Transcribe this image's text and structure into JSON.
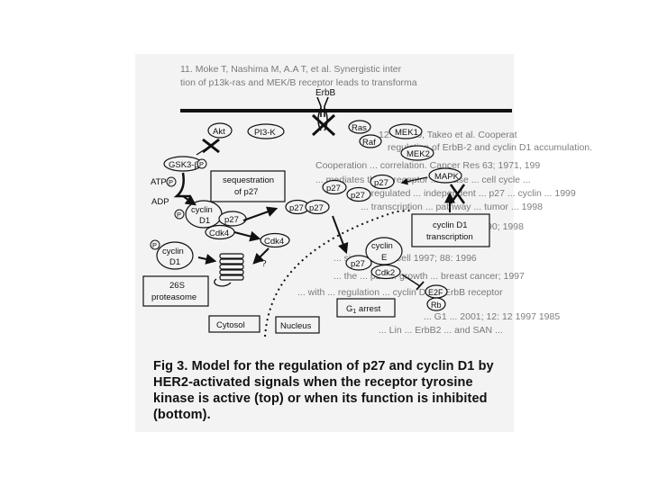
{
  "background_text": [
    "11. Moke T, Nashima M, A.A T, et al. Synergistic inter",
    "tion of p13k-ras and MEK/B receptor leads to transforma",
    "12. T Kato, Takeo et al. Cooperat",
    "regulation of ErbB-2 and cyclin D1 accumulation.",
    "Cooperation ... correlation. Cancer Res 63; 1971, 199",
    "... mediates the ... receptor ... kinase ... cell cycle ...",
    "... regulated ... independent ... p27 ... cyclin ... 1999",
    "... transcription ... pathway ... tumor ... 1998",
    "... 1998; 17: 1990; 1998",
    "... signaling ... Cell 1997; 88: 1996",
    "... the ... p27 ... growth ... breast cancer; 1997",
    "... with ... regulation ... cyclin D1 ... ErbB receptor",
    "... G1 ... 2001; 12: 12 1997 1985",
    "... Lin ... ErbB2 ... and SAN ..."
  ],
  "nodes": {
    "erbb": "ErbB",
    "akt": "Akt",
    "pi3k": "PI3-K",
    "ras": "Ras",
    "raf": "Raf",
    "mek1": "MEK1",
    "mek2": "MEK2",
    "mapk": "MAPK",
    "gsk3": "GSK3-β",
    "p_symbol": "P",
    "atp": "ATP",
    "adp": "ADP",
    "sequestration_l1": "sequestration",
    "sequestration_l2": "of p27",
    "p27": "p27",
    "cyclin": "cyclin",
    "d1": "D1",
    "cdk4": "Cdk4",
    "e": "E",
    "cdk2": "Cdk2",
    "e2f": "E2F",
    "rb": "Rb",
    "question": "?",
    "proteasome_l1": "26S",
    "proteasome_l2": "proteasome",
    "cyclin_d1_transcription_l1": "cyclin D1",
    "cyclin_d1_transcription_l2": "transcription",
    "g1_arrest": "G",
    "g1_sub": "1",
    "arrest": " arrest",
    "cytosol": "Cytosol",
    "nucleus": "Nucleus"
  },
  "caption": {
    "text": "Fig 3. Model for the regulation of p27 and cyclin D1 by HER2-activated signals when the receptor tyrosine kinase is active (top) or when its function is inhibited (bottom)."
  }
}
